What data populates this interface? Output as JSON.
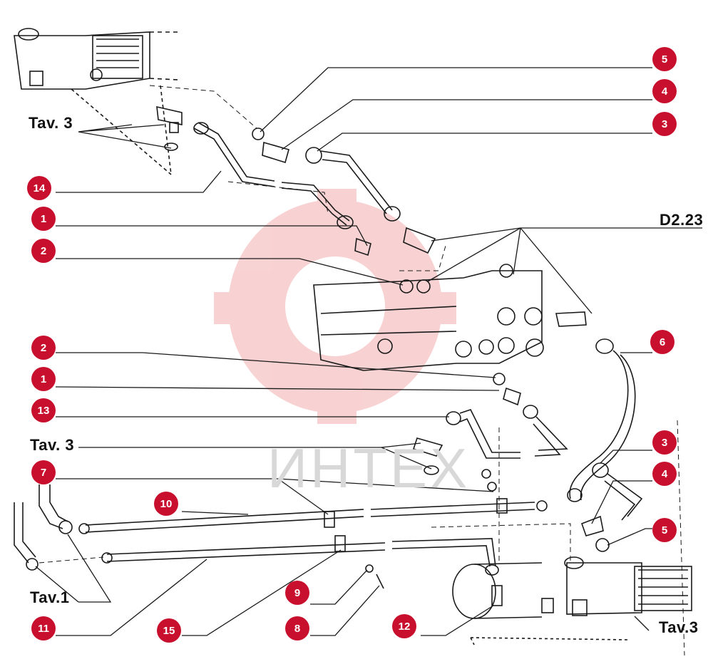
{
  "diagram": {
    "references": {
      "tav3_top": "Tav. 3",
      "tav3_mid": "Tav. 3",
      "tav1": "Tav.1",
      "tav3_bottom": "Tav.3",
      "drawing_code": "D2.23"
    },
    "callouts": [
      "5",
      "4",
      "3",
      "14",
      "1",
      "2",
      "6",
      "2",
      "1",
      "13",
      "7",
      "10",
      "3",
      "4",
      "5",
      "11",
      "15",
      "9",
      "8",
      "12"
    ],
    "watermark": "ИНТЕХ",
    "colors": {
      "callout": "#c8102e",
      "line": "#1a1a1a",
      "watermark": "#f2b8b8"
    }
  }
}
